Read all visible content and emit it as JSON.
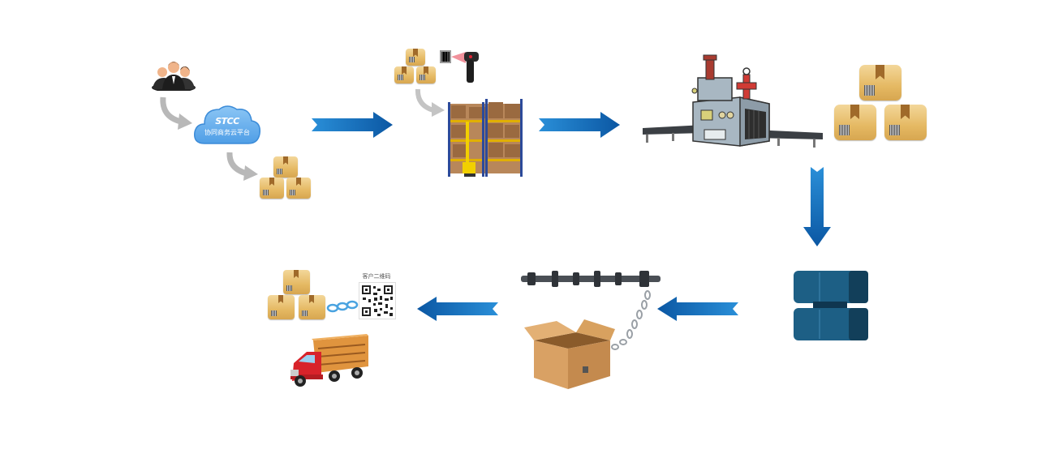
{
  "diagram": {
    "title": "",
    "cloud": {
      "brand": "STCC",
      "label": "协同商务云平台"
    },
    "qr_card": {
      "label": "客户二维码"
    },
    "colors": {
      "arrow_blue_light": "#2a8fd8",
      "arrow_blue_dark": "#0b57a3",
      "cloud_blue": "#6fb3ee",
      "box_tan": "#e5b963",
      "part_blue": "#1d5f85",
      "truck_red": "#d8232a",
      "truck_cargo": "#e0943e",
      "curve_arrow_gray": "#b8b8b8"
    },
    "nodes": [
      {
        "id": "users",
        "icon": "business-people-icon"
      },
      {
        "id": "cloud",
        "icon": "cloud-platform-icon"
      },
      {
        "id": "boxes-1",
        "icon": "boxes-icon"
      },
      {
        "id": "scan",
        "icon": "barcode-scanner-icon"
      },
      {
        "id": "warehouse",
        "icon": "warehouse-shelves-icon"
      },
      {
        "id": "machine",
        "icon": "factory-machine-icon"
      },
      {
        "id": "boxes-2",
        "icon": "boxes-with-qr-icon"
      },
      {
        "id": "part",
        "icon": "blue-part-icon"
      },
      {
        "id": "camshaft-box",
        "icon": "camshaft-in-box-icon"
      },
      {
        "id": "boxes-qr",
        "icon": "boxes-linked-qr-icon"
      },
      {
        "id": "truck",
        "icon": "delivery-truck-icon"
      }
    ],
    "arrows": [
      {
        "from": "cloud",
        "to": "warehouse",
        "direction": "right"
      },
      {
        "from": "warehouse",
        "to": "machine",
        "direction": "right"
      },
      {
        "from": "boxes-2",
        "to": "part",
        "direction": "down"
      },
      {
        "from": "part",
        "to": "camshaft-box",
        "direction": "left"
      },
      {
        "from": "camshaft-box",
        "to": "boxes-qr",
        "direction": "left"
      }
    ]
  }
}
